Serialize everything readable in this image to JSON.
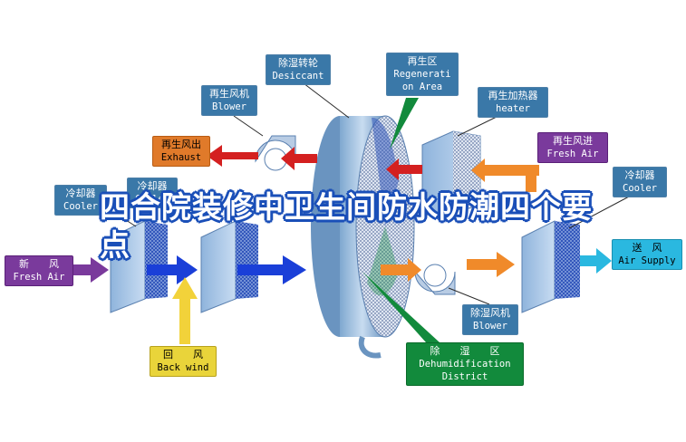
{
  "overlay": {
    "title": "四合院装修中卫生间防水防潮四个要点"
  },
  "labels": {
    "desiccant": {
      "zh": "除湿转轮",
      "en": "Desiccant"
    },
    "regeneration": {
      "zh": "再生区",
      "en1": "Regenerati",
      "en2": "on Area"
    },
    "blower_regen": {
      "zh": "再生风机",
      "en": "Blower"
    },
    "heater": {
      "zh": "再生加热器",
      "en": "heater"
    },
    "exhaust": {
      "zh": "再生风出",
      "en": "Exhaust"
    },
    "fresh_air_regen": {
      "zh": "再生风进",
      "en": "Fresh Air"
    },
    "cooler_left": {
      "zh": "冷却器",
      "en": "Cooler"
    },
    "cooler_mid": {
      "zh": "冷却器",
      "en": "Cooler"
    },
    "cooler_right": {
      "zh": "冷却器",
      "en": "Cooler"
    },
    "fresh_air_in": {
      "zh": "新　　风",
      "en": "Fresh Air"
    },
    "air_supply": {
      "zh": "送　风",
      "en": "Air Supply"
    },
    "back_wind": {
      "zh": "回　　风",
      "en": "Back wind"
    },
    "blower_dehum": {
      "zh": "除湿风机",
      "en": "Blower"
    },
    "dehum": {
      "zh": "除　　湿　　区",
      "en1": "Dehumidification",
      "en2": "District"
    }
  },
  "colors": {
    "label_blue": "#3a78a8",
    "arrow_red": "#d42020",
    "arrow_blue": "#1a3fd8",
    "arrow_orange": "#f08a2a",
    "arrow_yellow": "#f2d23a",
    "arrow_purple": "#7a3a9c",
    "arrow_cyan": "#2ab8e0",
    "dehum_green": "#128a3c",
    "title_outline": "#1a4fb8"
  }
}
